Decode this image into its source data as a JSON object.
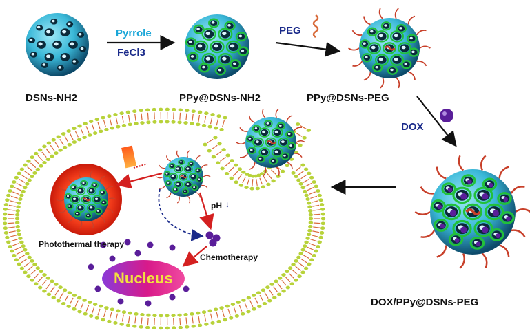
{
  "labels": {
    "dsns": "DSNs-NH2",
    "ppy_dsns": "PPy@DSNs-NH2",
    "ppy_peg": "PPy@DSNs-PEG",
    "dox_ppy": "DOX/PPy@DSNs-PEG",
    "pyrrole": "Pyrrole",
    "fecl3": "FeCl3",
    "peg": "PEG",
    "dox": "DOX",
    "photothermal": "Photothermal therapy",
    "chemotherapy": "Chemotherapy",
    "ph": "pH",
    "ph_arrow": "↓",
    "nucleus": "Nucleus"
  },
  "colors": {
    "sphere": "#3ab8d8",
    "coating": "#22c03a",
    "pyrrole_text": "#1aa6d8",
    "reagent_text": "#1a2a8a",
    "peg_chain": "#c8402a",
    "dox": "#5a1e9a",
    "membrane_head": "#b8d23a",
    "membrane_tail": "#d86a3a",
    "red_arrow": "#d42020",
    "nucleus_fill": "#d81a8a",
    "nucleus_text": "#f2e040",
    "heat": "#f03a1a"
  }
}
